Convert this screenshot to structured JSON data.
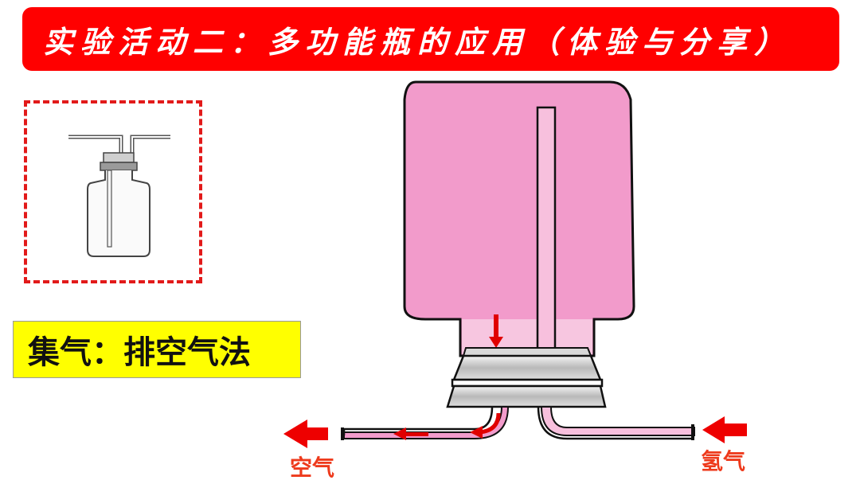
{
  "banner": {
    "title": "实验活动二：多功能瓶的应用（体验与分享）"
  },
  "method": {
    "text": "集气：排空气法"
  },
  "labels": {
    "outlet_gas": "空气",
    "inlet_gas": "氢气"
  },
  "colors": {
    "banner_bg": "#ff0000",
    "liquid_fill": "#f29bcb",
    "highlight_box": "#ffff00",
    "arrow": "#ee0000",
    "label_text": "#ee3a1c",
    "dashed_frame": "#e21a1a"
  },
  "icons": {
    "small_apparatus": "gas-washing-bottle-icon",
    "flow_arrows": "arrow-left-icon"
  }
}
